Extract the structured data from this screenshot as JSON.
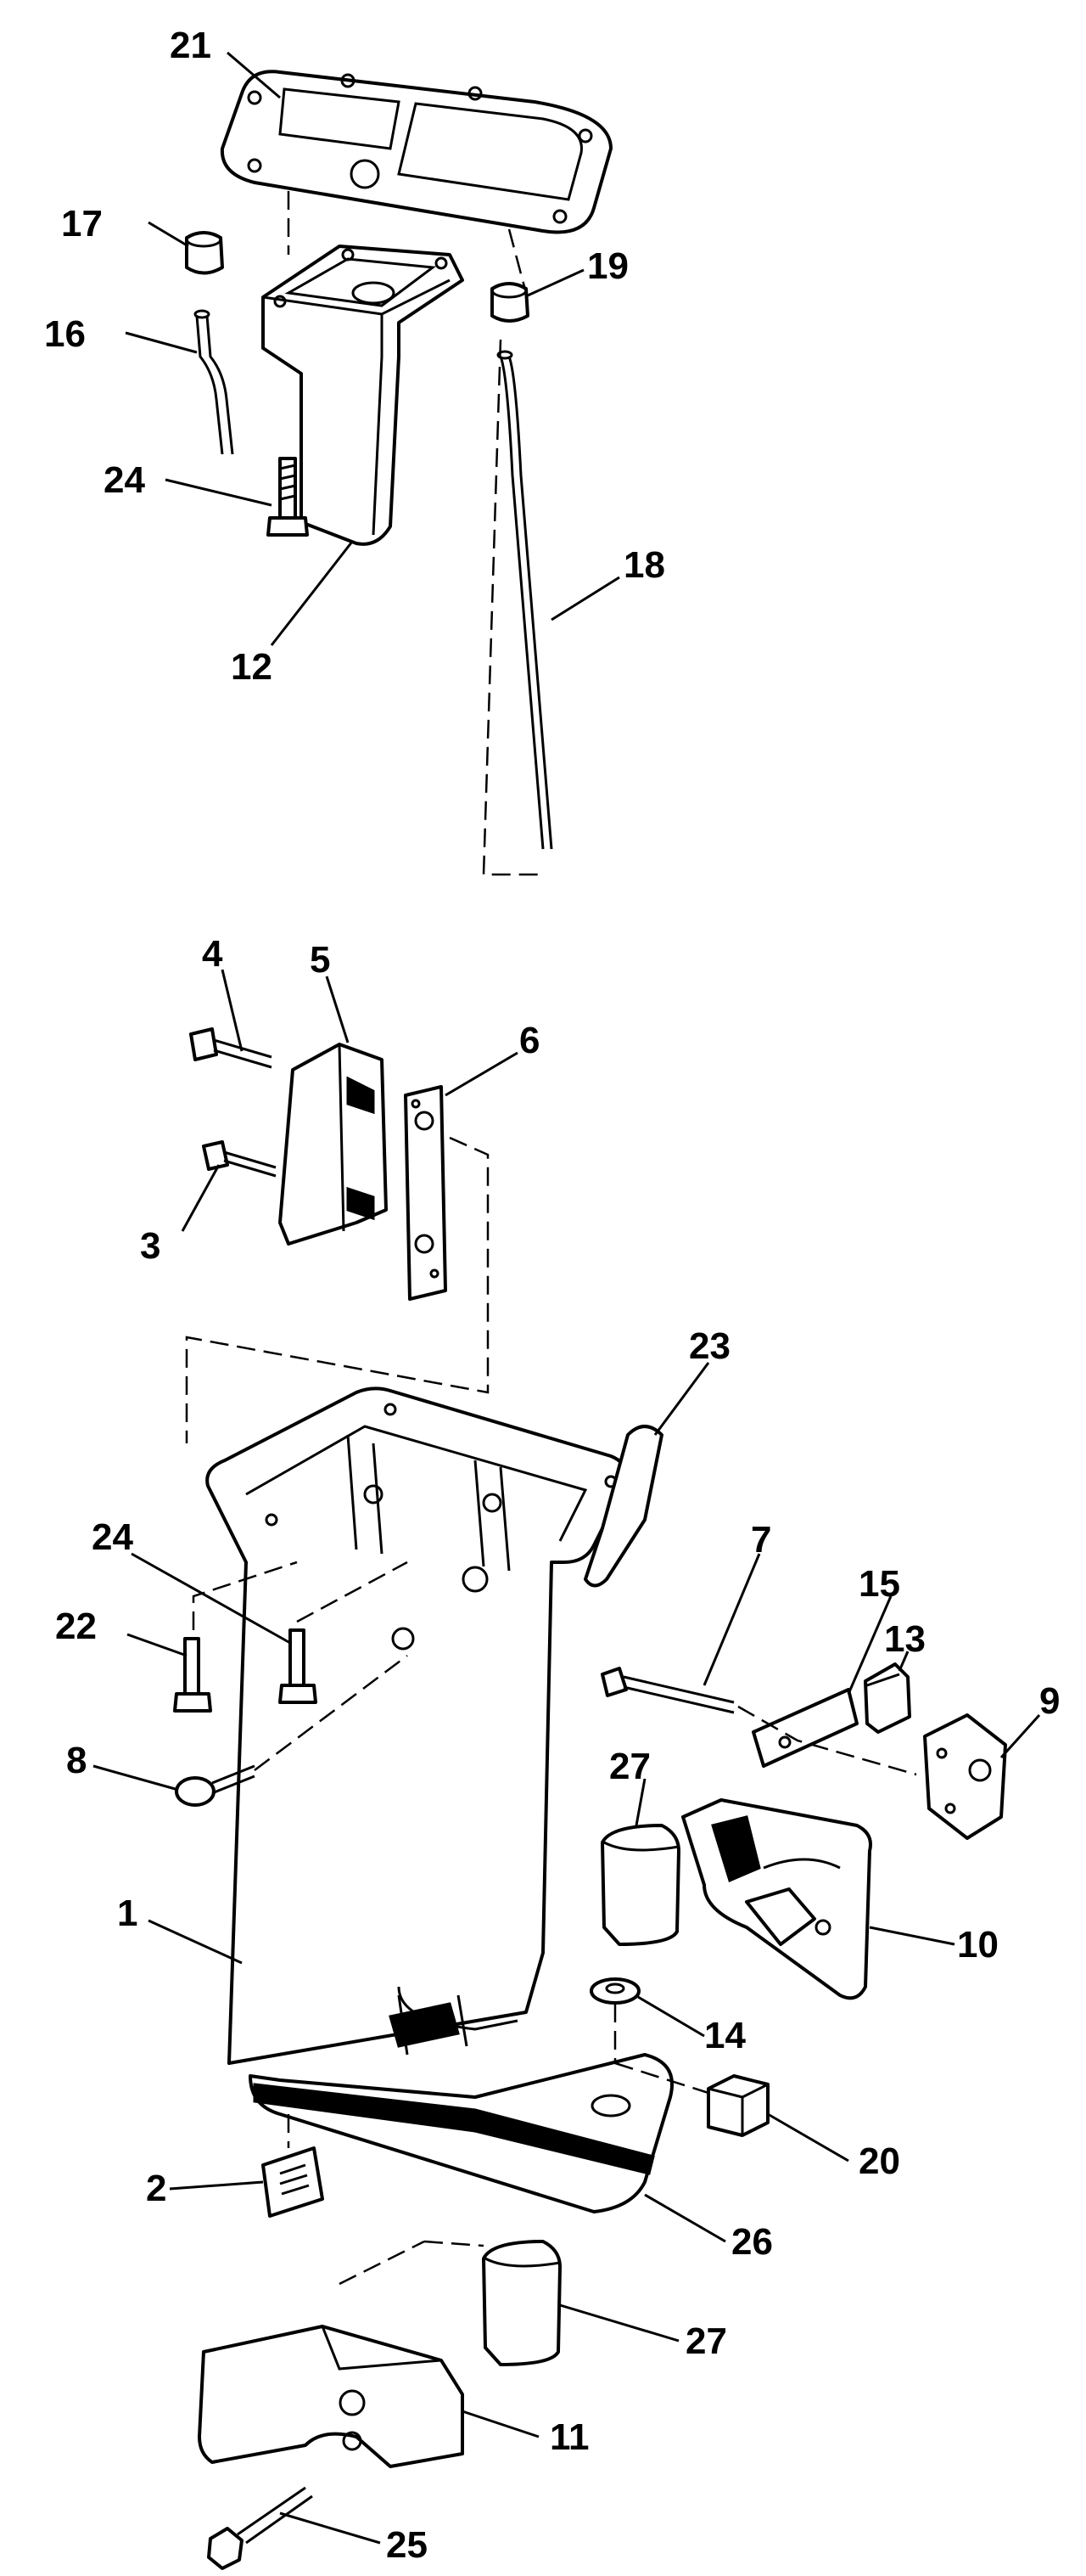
{
  "diagram": {
    "callouts": [
      {
        "id": "c21",
        "label": "21"
      },
      {
        "id": "c17",
        "label": "17"
      },
      {
        "id": "c19",
        "label": "19"
      },
      {
        "id": "c16",
        "label": "16"
      },
      {
        "id": "c24a",
        "label": "24"
      },
      {
        "id": "c18",
        "label": "18"
      },
      {
        "id": "c12",
        "label": "12"
      },
      {
        "id": "c4",
        "label": "4"
      },
      {
        "id": "c5",
        "label": "5"
      },
      {
        "id": "c6",
        "label": "6"
      },
      {
        "id": "c3",
        "label": "3"
      },
      {
        "id": "c23",
        "label": "23"
      },
      {
        "id": "c24b",
        "label": "24"
      },
      {
        "id": "c7",
        "label": "7"
      },
      {
        "id": "c15",
        "label": "15"
      },
      {
        "id": "c22",
        "label": "22"
      },
      {
        "id": "c13",
        "label": "13"
      },
      {
        "id": "c9",
        "label": "9"
      },
      {
        "id": "c8",
        "label": "8"
      },
      {
        "id": "c27a",
        "label": "27"
      },
      {
        "id": "c10",
        "label": "10"
      },
      {
        "id": "c1",
        "label": "1"
      },
      {
        "id": "c14",
        "label": "14"
      },
      {
        "id": "c20",
        "label": "20"
      },
      {
        "id": "c2",
        "label": "2"
      },
      {
        "id": "c26",
        "label": "26"
      },
      {
        "id": "c27b",
        "label": "27"
      },
      {
        "id": "c11",
        "label": "11"
      },
      {
        "id": "c25",
        "label": "25"
      }
    ]
  }
}
